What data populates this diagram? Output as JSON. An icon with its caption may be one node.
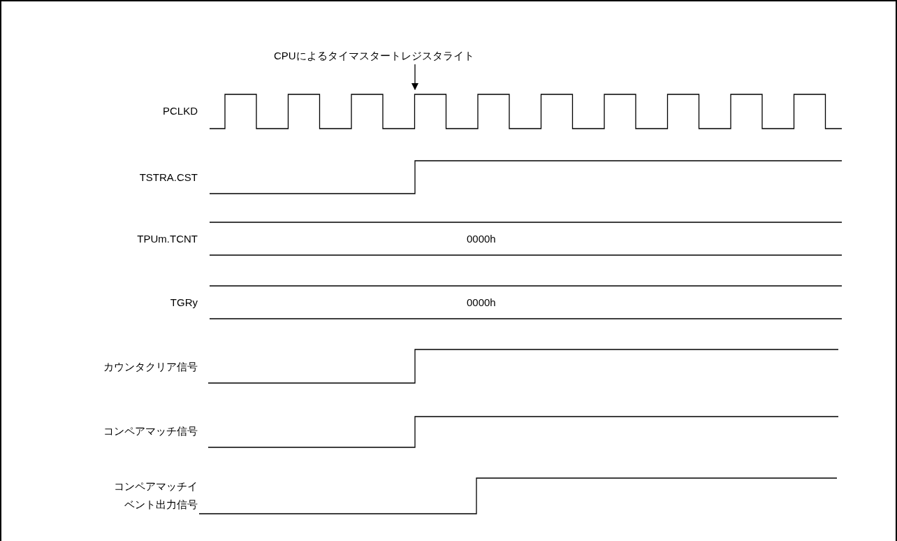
{
  "diagram": {
    "nodes": [
      {
        "text": [
          "CPUによるタイマスタートレジスタライト"
        ]
      },
      {
        "text": [],
        "shape": "picture"
      }
    ],
    "edges": [
      {
        "from": 0,
        "to": 1,
        "arrow": "to"
      }
    ],
    "labels": [
      "PCLKD",
      "TSTRA.CST",
      "TPUm.TCNT",
      "0000h",
      "TGRy",
      "0000h",
      "カウンタクリア信号",
      "コンペアマッチ信号",
      "コンペアマッチイベント出力信号"
    ]
  }
}
